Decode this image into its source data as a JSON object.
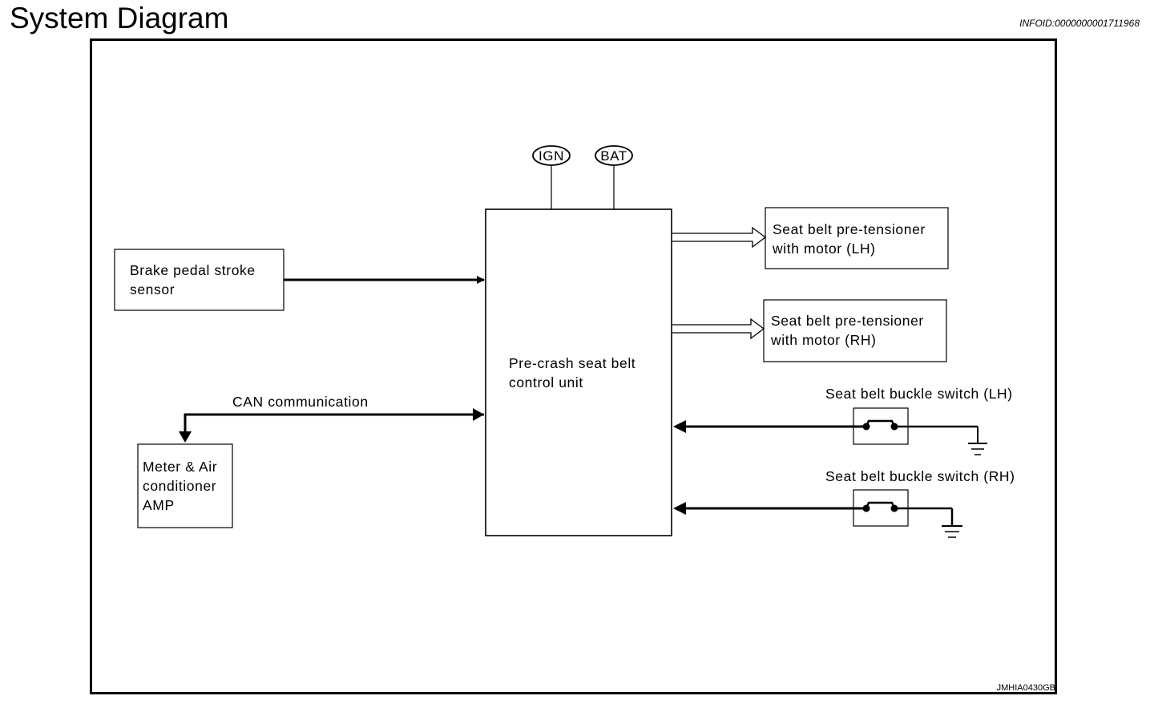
{
  "page": {
    "title": "System Diagram",
    "info_id": "INFOID:0000000001711968",
    "figure_code": "JMHIA0430GB"
  },
  "diagram": {
    "power": {
      "ign": "IGN",
      "bat": "BAT"
    },
    "brake_sensor": {
      "line1": "Brake pedal stroke",
      "line2": "sensor"
    },
    "control_unit": {
      "line1": "Pre-crash seat belt",
      "line2": "control unit"
    },
    "pretensioner_lh": {
      "line1": "Seat belt pre-tensioner",
      "line2": "with motor (LH)"
    },
    "pretensioner_rh": {
      "line1": "Seat belt pre-tensioner",
      "line2": "with motor (RH)"
    },
    "can_label": "CAN communication",
    "meter_amp": {
      "line1": "Meter & Air",
      "line2": "conditioner",
      "line3": "AMP"
    },
    "buckle_lh": {
      "label": "Seat belt buckle switch (LH)"
    },
    "buckle_rh": {
      "label": "Seat belt buckle switch (RH)"
    }
  }
}
